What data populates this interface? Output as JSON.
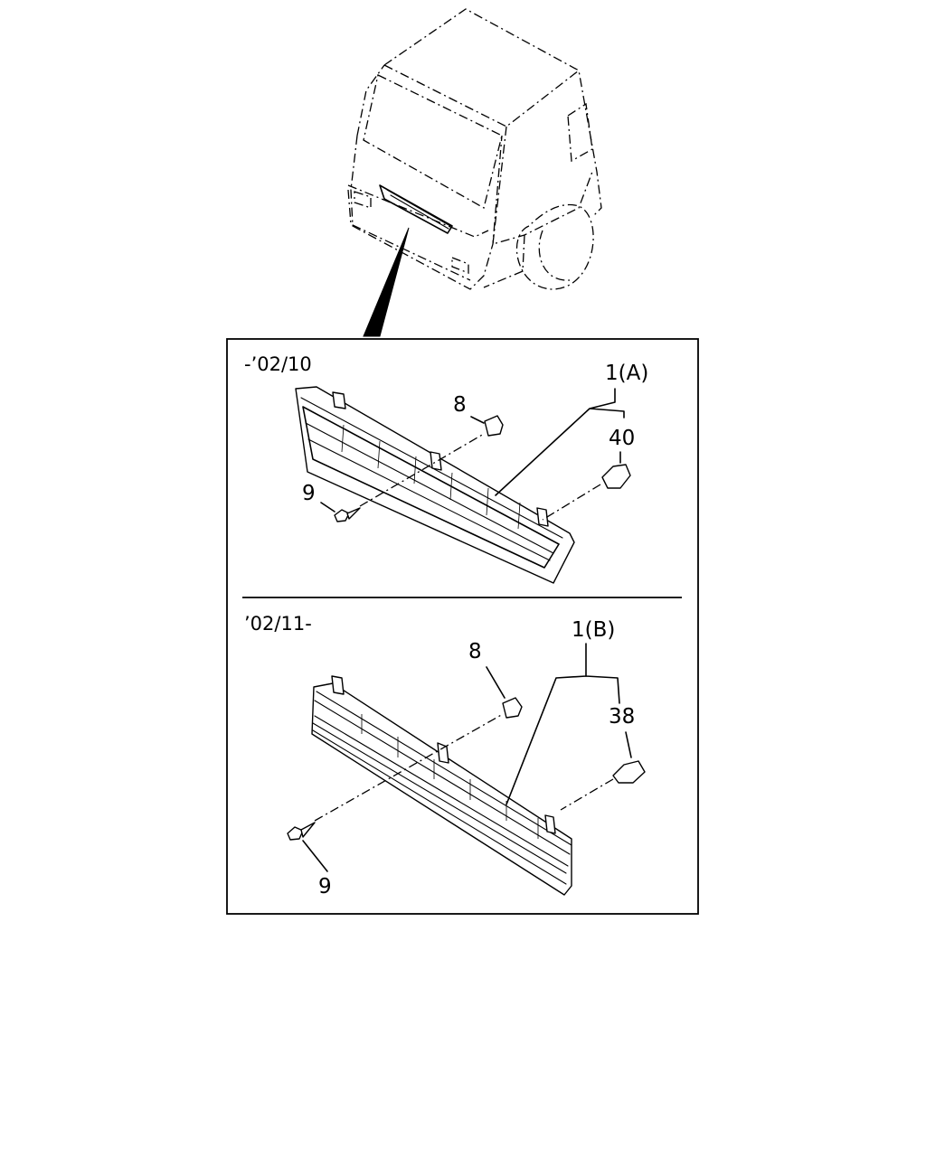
{
  "sections": [
    {
      "period": "-’02/10",
      "assembly_label": "1(A)",
      "callouts": [
        "8",
        "40",
        "9"
      ]
    },
    {
      "period": "’02/11-",
      "assembly_label": "1(B)",
      "callouts": [
        "8",
        "38",
        "9"
      ]
    }
  ]
}
